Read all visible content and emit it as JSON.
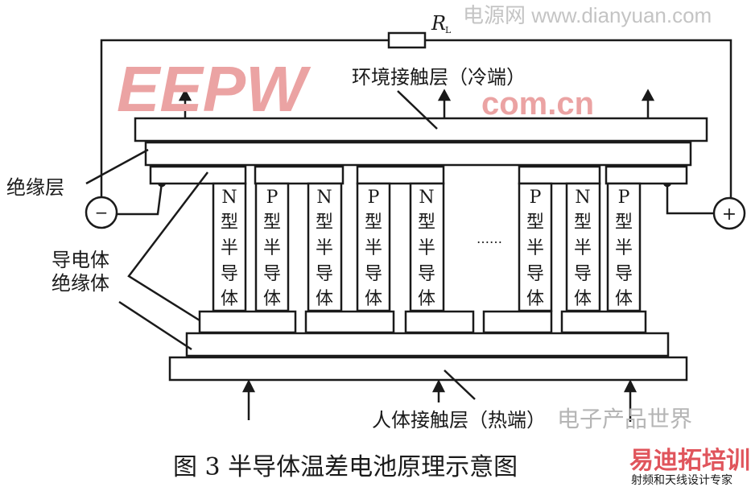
{
  "resistor_label": "R",
  "resistor_subscript": "L",
  "labels": {
    "cold_side": "环境接触层（冷端）",
    "insulation_layer": "绝缘层",
    "conductor": "导电体",
    "insulator": "绝缘体",
    "hot_side": "人体接触层（热端）",
    "ellipsis": "……",
    "minus": "−",
    "plus": "+"
  },
  "legs": [
    {
      "type": "N",
      "c1": "型",
      "c2": "半",
      "c3": "导",
      "c4": "体"
    },
    {
      "type": "P",
      "c1": "型",
      "c2": "半",
      "c3": "导",
      "c4": "体"
    },
    {
      "type": "N",
      "c1": "型",
      "c2": "半",
      "c3": "导",
      "c4": "体"
    },
    {
      "type": "P",
      "c1": "型",
      "c2": "半",
      "c3": "导",
      "c4": "体"
    },
    {
      "type": "N",
      "c1": "型",
      "c2": "半",
      "c3": "导",
      "c4": "体"
    },
    {
      "type": "P",
      "c1": "型",
      "c2": "半",
      "c3": "导",
      "c4": "体"
    },
    {
      "type": "N",
      "c1": "型",
      "c2": "半",
      "c3": "导",
      "c4": "体"
    },
    {
      "type": "P",
      "c1": "型",
      "c2": "半",
      "c3": "导",
      "c4": "体"
    }
  ],
  "caption": "图 3  半导体温差电池原理示意图",
  "watermarks": {
    "eepw": "EEPW",
    "eepw_domain": "com.cn",
    "eepw_cn": "电子产品世界",
    "edatop": "易迪拓培训",
    "edatop_sub": "射频和天线设计专家",
    "dianyuan": "电源网 www.dianyuan.com"
  },
  "colors": {
    "line": "#1a1a1a",
    "watermark_red": "#e05a5a"
  }
}
